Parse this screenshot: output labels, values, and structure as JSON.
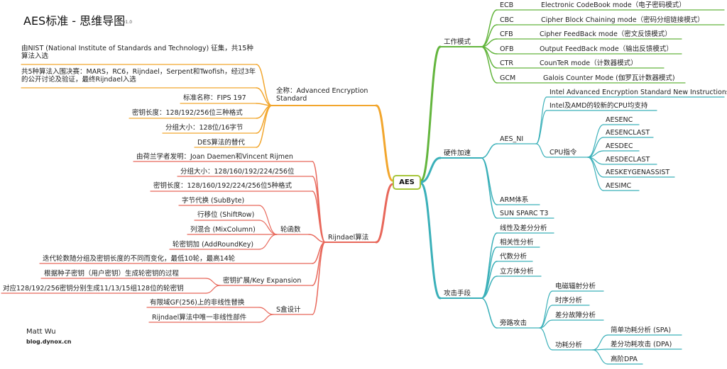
{
  "header": {
    "title": "AES标准 - 思维导图",
    "version": "v1.0"
  },
  "footer": {
    "author": "Matt Wu",
    "site": "blog.dynox.cn"
  },
  "center": {
    "label": "AES"
  },
  "colors": {
    "orange": "#f2a62d",
    "red": "#e8675a",
    "green": "#63b53d",
    "teal": "#3ab0b9",
    "center_border": "#a6c53a"
  },
  "left": {
    "fullname": {
      "label": "全称：Advanced Encryption Standard",
      "items": [
        "由NIST (National Institute of Standards and Technology) 征集，共15种算法入选",
        "共5种算法入围决赛：MARS，RC6，Rijndael，Serpent和Twofish，经过3年的公开讨论及验证，最终Rijndael入选",
        "标准名称：FIPS 197",
        "密钥长度：128/192/256位三种格式",
        "分组大小：128位/16字节",
        "DES算法的替代"
      ]
    },
    "rijndael": {
      "label": "Rijndael算法",
      "items": [
        "由荷兰学者发明：Joan Daemen和Vincent Rijmen",
        "分组大小：128/160/192/224/256位",
        "密钥长度：128/160/192/224/256位5种格式"
      ],
      "round": {
        "label": "轮函数",
        "items": [
          "字节代换 (SubByte)",
          "行移位 (ShiftRow)",
          "列混合 (MixColumn)",
          "轮密钥加 (AddRoundKey)"
        ]
      },
      "round_note": "迭代轮数随分组及密钥长度的不同而变化，最低10轮，最高14轮",
      "keyexp": {
        "label": "密钥扩展/Key Expansion",
        "items": [
          "根据种子密钥（用户密钥）生成轮密钥的过程",
          "对应128/192/256密钥分别生成11/13/15组128位的轮密钥"
        ]
      },
      "sbox": {
        "label": "S盒设计",
        "items": [
          "有限域GF(256)上的非线性替换",
          "Rijndael算法中唯一非线性部件"
        ]
      }
    }
  },
  "right": {
    "modes": {
      "label": "工作模式",
      "items": [
        {
          "abbr": "ECB",
          "desc": "Electronic CodeBook mode（电子密码模式）"
        },
        {
          "abbr": "CBC",
          "desc": "Cipher Block Chaining mode（密码分组链接模式）"
        },
        {
          "abbr": "CFB",
          "desc": "Cipher FeedBack mode（密文反馈模式）"
        },
        {
          "abbr": "OFB",
          "desc": "Output FeedBack mode（输出反馈模式）"
        },
        {
          "abbr": "CTR",
          "desc": "CounTeR mode（计数器模式）"
        },
        {
          "abbr": "GCM",
          "desc": "Galois Counter Mode (伽罗瓦计数器模式)"
        }
      ]
    },
    "hw": {
      "label": "硬件加速",
      "aesni": {
        "label": "AES_NI",
        "items": [
          "Intel Advanced Encryption Standard New Instructions",
          "Intel及AMD的较新的CPU均支持"
        ],
        "cpu": {
          "label": "CPU指令",
          "items": [
            "AESENC",
            "AESENCLAST",
            "AESDEC",
            "AESDECLAST",
            "AESKEYGENASSIST",
            "AESIMC"
          ]
        }
      },
      "others": [
        "ARM体系",
        "SUN SPARC T3"
      ]
    },
    "attack": {
      "label": "攻击手段",
      "items": [
        "线性及差分分析",
        "相关性分析",
        "代数分析",
        "立方体分析"
      ],
      "side": {
        "label": "旁路攻击",
        "items": [
          "电磁辐射分析",
          "时序分析",
          "差分故障分析"
        ],
        "power": {
          "label": "功耗分析",
          "items": [
            "简单功耗分析 (SPA)",
            "差分功耗攻击 (DPA)",
            "高阶DPA"
          ]
        }
      }
    }
  }
}
